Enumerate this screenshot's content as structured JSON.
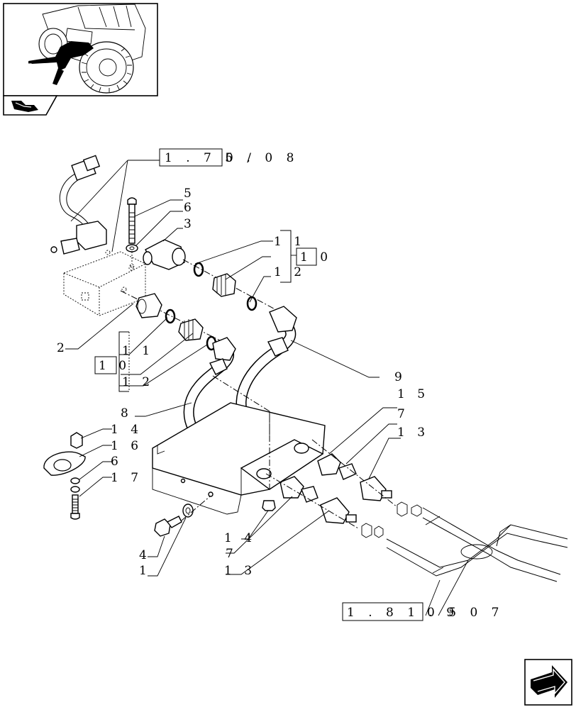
{
  "labels": {
    "l1": "1",
    "l2": "2",
    "l3": "3",
    "l4": "4",
    "l5": "5",
    "l6": "6",
    "l6b": "6",
    "l7": "7",
    "l7b": "7",
    "l8": "8",
    "l9": "9",
    "l11": "1 1",
    "l12": "1 2",
    "l10": "1 0",
    "l11b": "1 1",
    "l12b": "1 2",
    "l10b": "1 0",
    "l13": "1 3",
    "l13b": "1 3",
    "l14": "1 4",
    "l14b": "1 4",
    "l15": "1 5",
    "l16": "1 6",
    "l17": "1 7"
  },
  "refs": {
    "top_boxed": "1 . 7 5 .",
    "top_rest": "0 / 0 8",
    "bottom_boxed": "1 . 8 1 . 9",
    "bottom_rest": "0 5   0 7"
  },
  "icons": {
    "thumbnail": "tractor-thumbnail-icon",
    "corner_arrow": "bent-arrow-icon",
    "next_page": "next-page-arrow-icon"
  }
}
